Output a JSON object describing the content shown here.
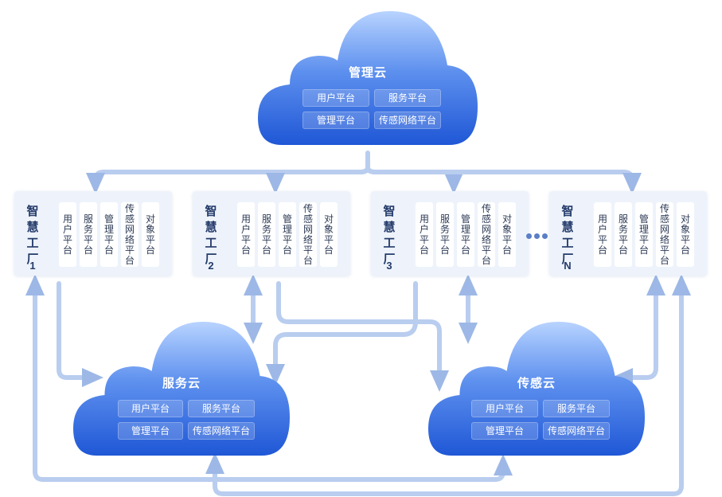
{
  "clouds": {
    "management": {
      "title": "管理云",
      "chips": [
        "用户平台",
        "服务平台",
        "管理平台",
        "传感网络平台"
      ]
    },
    "service": {
      "title": "服务云",
      "chips": [
        "用户平台",
        "服务平台",
        "管理平台",
        "传感网络平台"
      ]
    },
    "sensing": {
      "title": "传感云",
      "chips": [
        "用户平台",
        "服务平台",
        "管理平台",
        "传感网络平台"
      ]
    }
  },
  "factories": [
    {
      "name": "智慧工厂",
      "number": "1",
      "platforms": [
        "用户平台",
        "服务平台",
        "管理平台",
        "传感网络平台",
        "对象平台"
      ]
    },
    {
      "name": "智慧工厂",
      "number": "2",
      "platforms": [
        "用户平台",
        "服务平台",
        "管理平台",
        "传感网络平台",
        "对象平台"
      ]
    },
    {
      "name": "智慧工厂",
      "number": "3",
      "platforms": [
        "用户平台",
        "服务平台",
        "管理平台",
        "传感网络平台",
        "对象平台"
      ]
    },
    {
      "name": "智慧工厂",
      "number": "N",
      "platforms": [
        "用户平台",
        "服务平台",
        "管理平台",
        "传感网络平台",
        "对象平台"
      ]
    }
  ],
  "colors": {
    "cloud_top": "#b8d3ff",
    "cloud_bottom": "#1f57d6",
    "connector": "#a9c2ea",
    "factory_bg": "#eef3fb"
  },
  "icons": {
    "ellipsis": "ellipsis-dots-icon",
    "arrow": "arrow-icon"
  }
}
